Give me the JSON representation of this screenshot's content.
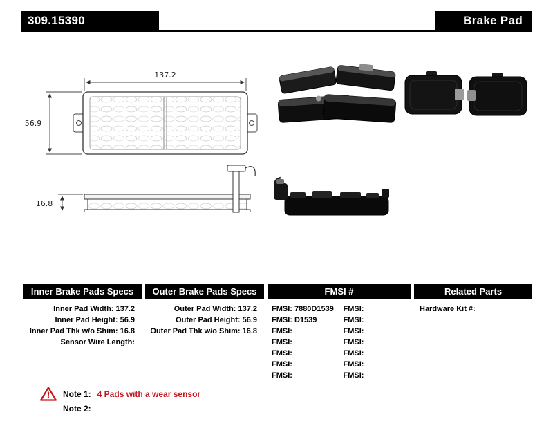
{
  "header": {
    "part_number": "309.15390",
    "product_type": "Brake Pad"
  },
  "diagram": {
    "pad_width_mm": "137.2",
    "pad_height_mm": "56.9",
    "pad_thickness_mm": "16.8"
  },
  "specs": {
    "inner": {
      "title": "Inner Brake Pads Specs",
      "rows": [
        {
          "label": "Inner Pad Width:",
          "value": "137.2"
        },
        {
          "label": "Inner Pad Height:",
          "value": "56.9"
        },
        {
          "label": "Inner Pad Thk w/o Shim:",
          "value": "16.8"
        },
        {
          "label": "Sensor Wire Length:",
          "value": ""
        }
      ]
    },
    "outer": {
      "title": "Outer Brake Pads Specs",
      "rows": [
        {
          "label": "Outer Pad Width:",
          "value": "137.2"
        },
        {
          "label": "Outer Pad Height:",
          "value": "56.9"
        },
        {
          "label": "Outer Pad Thk w/o Shim:",
          "value": "16.8"
        }
      ]
    },
    "fmsi": {
      "title": "FMSI #",
      "left_rows": [
        {
          "label": "FMSI:",
          "value": "7880D1539"
        },
        {
          "label": "FMSI:",
          "value": "D1539"
        },
        {
          "label": "FMSI:",
          "value": ""
        },
        {
          "label": "FMSI:",
          "value": ""
        },
        {
          "label": "FMSI:",
          "value": ""
        },
        {
          "label": "FMSI:",
          "value": ""
        },
        {
          "label": "FMSI:",
          "value": ""
        }
      ],
      "right_rows": [
        {
          "label": "FMSI:",
          "value": ""
        },
        {
          "label": "FMSI:",
          "value": ""
        },
        {
          "label": "FMSI:",
          "value": ""
        },
        {
          "label": "FMSI:",
          "value": ""
        },
        {
          "label": "FMSI:",
          "value": ""
        },
        {
          "label": "FMSI:",
          "value": ""
        },
        {
          "label": "FMSI:",
          "value": ""
        }
      ]
    },
    "related": {
      "title": "Related Parts",
      "rows": [
        {
          "label": "Hardware Kit #:",
          "value": ""
        }
      ]
    }
  },
  "notes": {
    "warning_icon": "warning-triangle",
    "note1_label": "Note 1:",
    "note1_text": "4 Pads with a wear sensor",
    "note2_label": "Note 2:",
    "note2_text": ""
  },
  "colors": {
    "header_bg": "#000000",
    "header_text": "#ffffff",
    "note_red": "#c4161c"
  }
}
